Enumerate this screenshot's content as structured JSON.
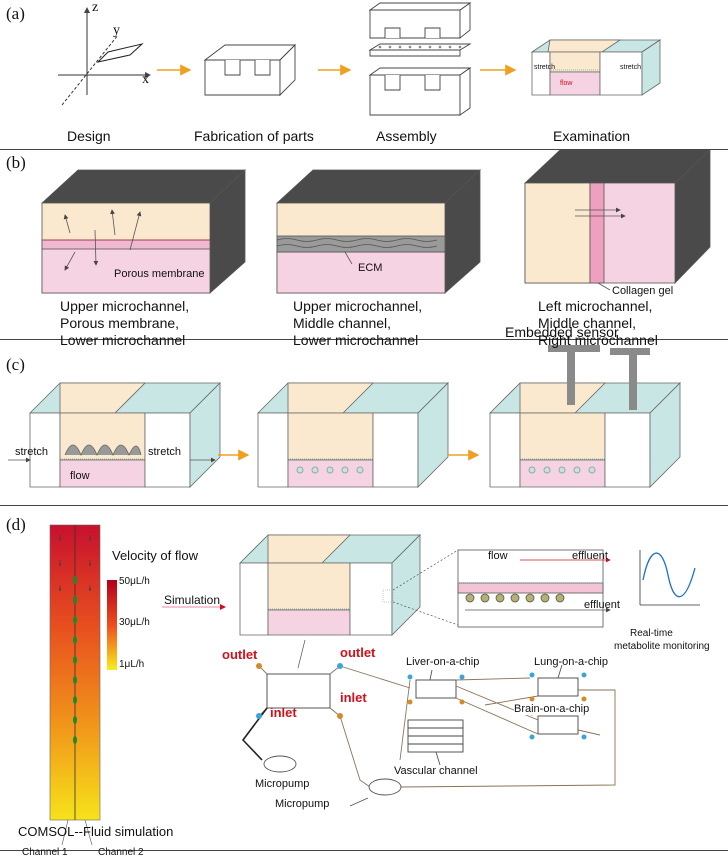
{
  "panels": {
    "a": {
      "label": "(a)",
      "axes": {
        "z": "z",
        "y": "y",
        "x": "x"
      },
      "steps": [
        "Design",
        "Fabrication of parts",
        "Assembly",
        "Examination"
      ],
      "stretch_left": "stretch",
      "stretch_right": "stretch",
      "flow": "flow"
    },
    "b": {
      "label": "(b)",
      "porous_membrane": "Porous membrane",
      "ecm": "ECM",
      "collagen_gel": "Collagen gel",
      "desc1": [
        "Upper microchannel,",
        "Porous membrane,",
        "Lower microchannel"
      ],
      "desc2": [
        "Upper microchannel,",
        "Middle channel,",
        "Lower microchannel"
      ],
      "desc3": [
        "Left microchannel,",
        "Middle channel,",
        "Right microchannel"
      ]
    },
    "c": {
      "label": "(c)",
      "embedded_sensor": "Embedded sensor",
      "stretch_left": "stretch",
      "stretch_right": "stretch",
      "flow": "flow"
    },
    "d": {
      "label": "(d)",
      "velocity_title": "Velocity of flow",
      "scale": [
        "50μL/h",
        "30μL/h",
        "1μL/h"
      ],
      "channel1": "Channel 1",
      "channel2": "Channel 2",
      "comsol": "COMSOL--Fluid simulation",
      "simulation": "Simulation",
      "flow": "flow",
      "effluent1": "effluent",
      "effluent2": "effluent",
      "monitoring": [
        "Real-time",
        "metabolite monitoring"
      ],
      "outlet1": "outlet",
      "outlet2": "outlet",
      "inlet1": "inlet",
      "inlet2": "inlet",
      "micropump1": "Micropump",
      "micropump2": "Micropump",
      "liver": "Liver-on-a-chip",
      "lung": "Lung-on-a-chip",
      "brain": "Brain-on-a-chip",
      "vascular": "Vascular channel"
    }
  },
  "colors": {
    "cream": "#fbe9cf",
    "pink": "#f6d3e3",
    "teal": "#c7e6e4",
    "dark": "#4a4a4a",
    "accent": "#f0a020",
    "red": "#d0111b"
  }
}
